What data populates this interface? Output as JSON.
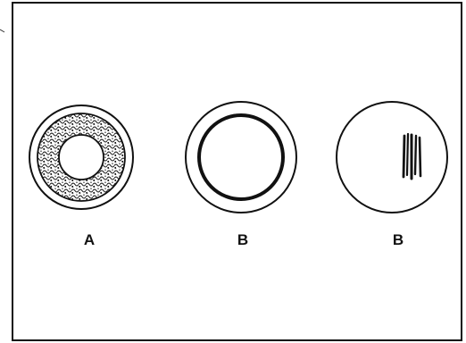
{
  "figure": {
    "panels": [
      {
        "id": "panel-a",
        "label": "A",
        "depiction": "ring-with-textured-band"
      },
      {
        "id": "panel-b1",
        "label": "B",
        "depiction": "double-ring-thick-inner"
      },
      {
        "id": "panel-b2",
        "label": "B",
        "depiction": "circle-with-vertical-strokes"
      }
    ],
    "colors": {
      "ink": "#111111",
      "background": "#ffffff"
    }
  }
}
